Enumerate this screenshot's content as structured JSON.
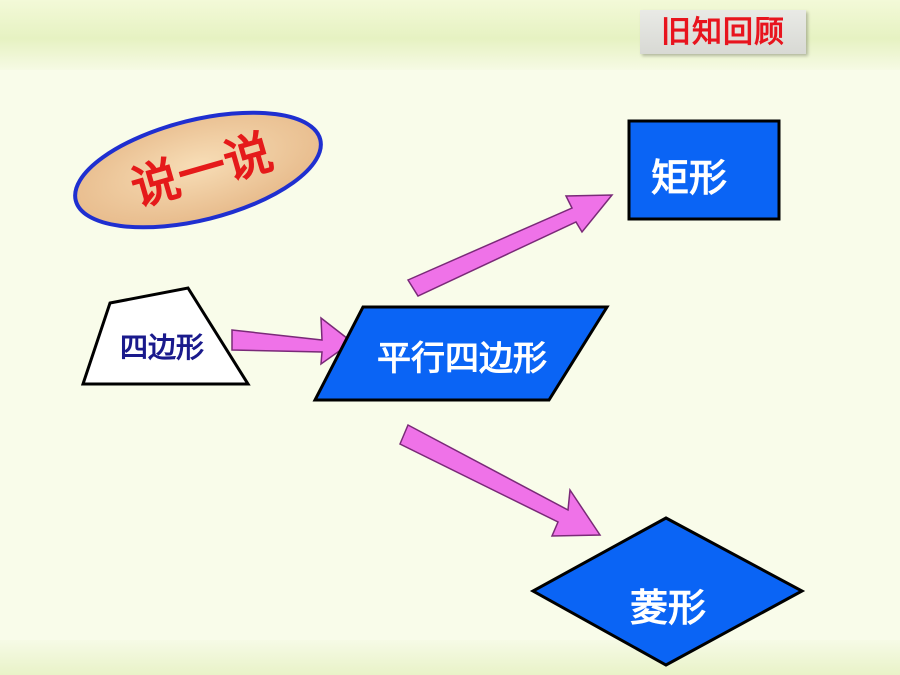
{
  "header": {
    "title": "旧知回顾"
  },
  "badge": {
    "text": "说一说"
  },
  "shapes": {
    "quadrilateral": "四边形",
    "parallelogram": "平行四边形",
    "rectangle": "矩形",
    "rhombus": "菱形"
  },
  "colors": {
    "shape_fill": "#0a64f5",
    "arrow_fill": "#ef72e8",
    "title_red": "#e8141e",
    "badge_fill": "#f0c99a",
    "badge_border": "#1f2fd0"
  }
}
